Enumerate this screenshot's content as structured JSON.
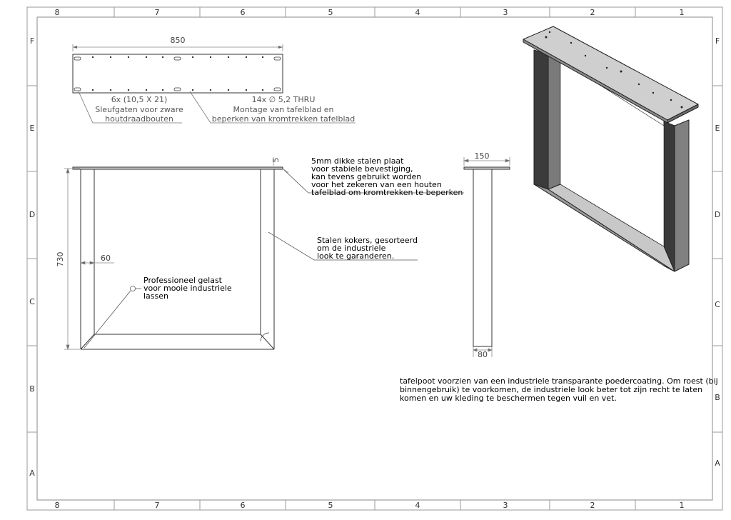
{
  "zones": {
    "columns": [
      "8",
      "7",
      "6",
      "5",
      "4",
      "3",
      "2",
      "1"
    ],
    "rows": [
      "F",
      "E",
      "D",
      "C",
      "B",
      "A"
    ]
  },
  "top_view": {
    "width_dim": "850",
    "slot_note": [
      "6x (10,5 X 21)",
      "Sleufgaten voor zware",
      "houtdraadbouten"
    ],
    "hole_note": [
      "14x ∅ 5,2 THRU",
      "Montage van tafelblad en",
      "beperken van kromtrekken tafelblad"
    ]
  },
  "front_view": {
    "plate_dim": "5",
    "height_dim": "730",
    "profile_dim": "60",
    "plate_note": [
      "5mm dikke stalen plaat",
      "voor stabiele bevestiging,",
      "kan tevens gebruikt worden",
      "voor het zekeren van een houten",
      "tafelblad om kromtrekken te beperken"
    ],
    "tube_note": [
      "Stalen kokers, gesorteerd",
      "om de industriele",
      "look te garanderen."
    ],
    "weld_note": [
      "Professioneel gelast",
      "voor mooie industriele",
      "lassen"
    ]
  },
  "side_view": {
    "top_dim": "150",
    "bottom_dim": "80"
  },
  "coating_note": "tafelpoot voorzien van een industriele transparante poedercoating. Om roest (bij binnengebruik) te voorkomen, de industriele look beter tot zijn recht te laten komen en uw kleding te beschermen tegen vuil en vet."
}
